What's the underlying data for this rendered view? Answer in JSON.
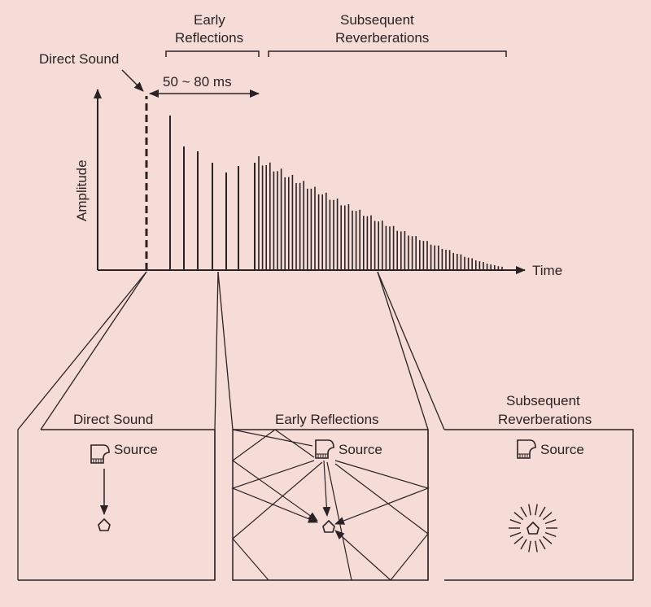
{
  "top": {
    "direct_sound_label": "Direct Sound",
    "early_reflections_line1": "Early",
    "early_reflections_line2": "Reflections",
    "subsequent_line1": "Subsequent",
    "subsequent_line2": "Reverberations",
    "interval_label": "50 ~ 80 ms",
    "y_axis_label": "Amplitude",
    "x_axis_label": "Time"
  },
  "panels": [
    {
      "title_line1": "Direct Sound",
      "title_line2": "",
      "source_label": "Source"
    },
    {
      "title_line1": "Early Reflections",
      "title_line2": "",
      "source_label": "Source"
    },
    {
      "title_line1": "Subsequent",
      "title_line2": "Reverberations",
      "source_label": "Source"
    }
  ],
  "colors": {
    "background": "#f6dcd6",
    "ink": "#2a2224"
  },
  "icons": [
    "piano-source-icon",
    "listener-icon",
    "sound-burst-icon"
  ]
}
